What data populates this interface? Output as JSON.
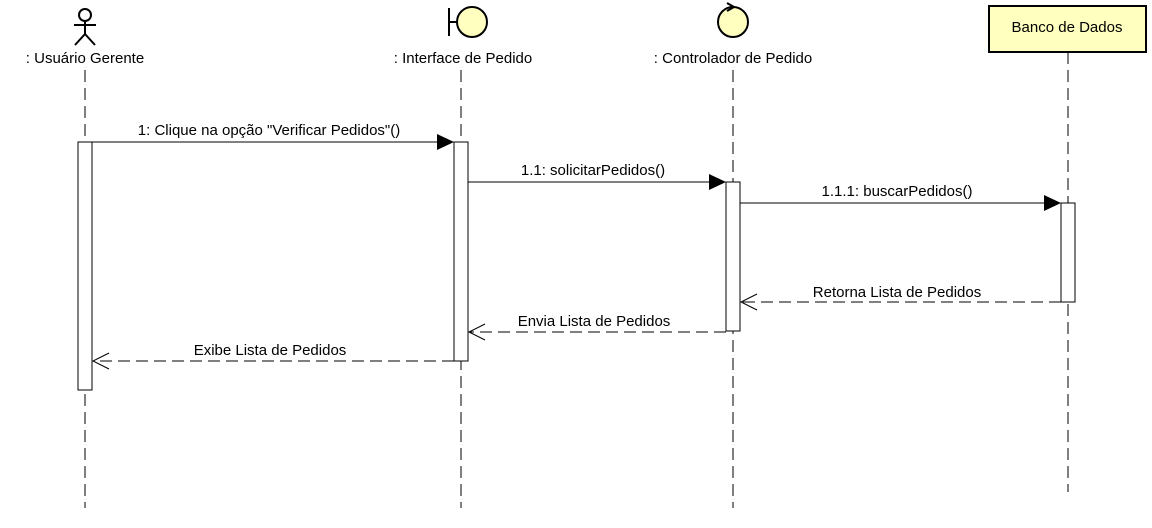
{
  "diagram": {
    "colors": {
      "stroke": "#000000",
      "participant_fill": "#ffffc0",
      "activation_fill": "#ffffff"
    },
    "participants": [
      {
        "id": "gerente",
        "name": ": Usuário Gerente",
        "kind": "actor-icon"
      },
      {
        "id": "interface",
        "name": ": Interface de Pedido",
        "kind": "boundary-icon"
      },
      {
        "id": "controlador",
        "name": ": Controlador de Pedido",
        "kind": "control-icon"
      },
      {
        "id": "banco",
        "name": "Banco de Dados",
        "kind": "box"
      }
    ],
    "messages": [
      {
        "from": "gerente",
        "to": "interface",
        "label": "1: Clique na opção \"Verificar Pedidos\"()",
        "kind": "sync"
      },
      {
        "from": "interface",
        "to": "controlador",
        "label": "1.1: solicitarPedidos()",
        "kind": "sync"
      },
      {
        "from": "controlador",
        "to": "banco",
        "label": "1.1.1: buscarPedidos()",
        "kind": "sync"
      },
      {
        "from": "banco",
        "to": "controlador",
        "label": "Retorna Lista de Pedidos",
        "kind": "return"
      },
      {
        "from": "controlador",
        "to": "interface",
        "label": "Envia Lista de Pedidos",
        "kind": "return"
      },
      {
        "from": "interface",
        "to": "gerente",
        "label": "Exibe Lista de Pedidos",
        "kind": "return"
      }
    ]
  }
}
